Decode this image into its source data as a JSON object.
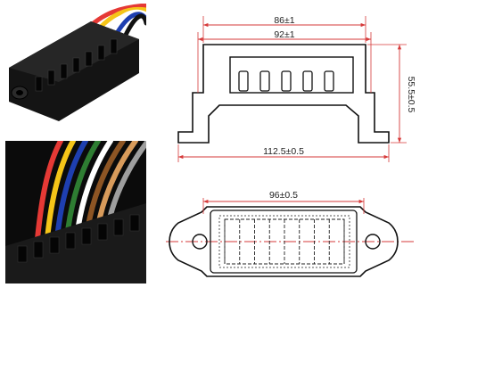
{
  "colors": {
    "dimension_line": "#d63a3a",
    "outline": "#111111",
    "centerline": "#d63a3a",
    "photo_body": "#141414",
    "photo_background_top": "#ffffff",
    "photo_background_bottom": "#0b0b0b"
  },
  "photos": {
    "top": {
      "description_icon": "fuse-block-with-wires-photo",
      "wire_colors": [
        "#e53935",
        "#f5c518",
        "#ffffff",
        "#1e3fb0",
        "#111111"
      ]
    },
    "bottom": {
      "description_icon": "fuse-block-closeup-wires-photo",
      "wire_colors": [
        "#e53935",
        "#f5c518",
        "#1e3fb0",
        "#2e7d32",
        "#ffffff",
        "#8d5524",
        "#d89b5b",
        "#9e9e9e"
      ]
    }
  },
  "side_view": {
    "dimensions": {
      "outer_top": "86±1",
      "inner_top": "92±1",
      "base_width": "112.5±0.5",
      "height": "55.5±0.5"
    }
  },
  "top_view": {
    "dimensions": {
      "width": "96±0.5"
    },
    "slot_count": 8
  }
}
